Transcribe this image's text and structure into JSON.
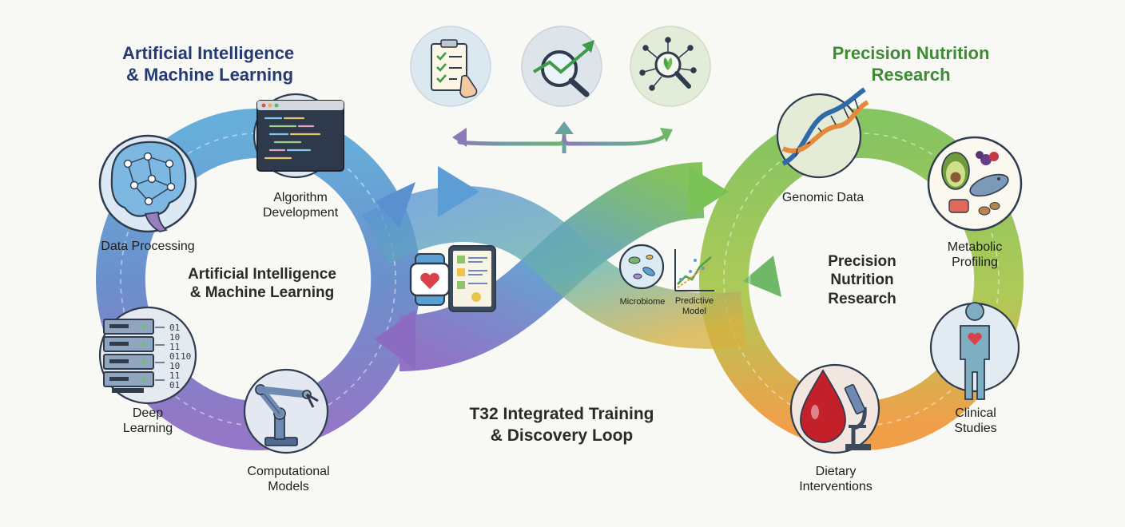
{
  "left_heading": [
    "Artificial Intelligence",
    "& Machine Learning"
  ],
  "right_heading": [
    "Precision Nutrition",
    "Research"
  ],
  "left_center": [
    "Artificial Intelligence",
    "& Machine Learning"
  ],
  "right_center": [
    "Precision",
    "Nutrition",
    "Research"
  ],
  "bottom_center": [
    "T32 Integrated Training",
    "& Discovery Loop"
  ],
  "left_nodes": {
    "algorithm": [
      "Algorithm",
      "Development"
    ],
    "data_processing": [
      "Data Processing"
    ],
    "deep_learning": [
      "Deep",
      "Learning"
    ],
    "computational": [
      "Computational",
      "Models"
    ]
  },
  "right_nodes": {
    "genomic": [
      "Genomic Data"
    ],
    "metabolic": [
      "Metabolic",
      "Profiling"
    ],
    "clinical": [
      "Clinical",
      "Studies"
    ],
    "dietary": [
      "Dietary",
      "Interventions"
    ]
  },
  "center_small": {
    "microbiome": "Microbiome",
    "predictive": [
      "Predictive",
      "Model"
    ]
  },
  "binary_digits": [
    "01",
    "10",
    "11",
    "01",
    "10",
    "11",
    "01",
    "10"
  ],
  "colors": {
    "ai_blue": "#253a73",
    "nutrition_green": "#3f8a34",
    "loop_blue": "#4f8fd0",
    "loop_purple": "#8a6bc0",
    "loop_green": "#7fc050",
    "loop_orange": "#ef9a3a"
  },
  "icons": [
    "checklist-clipboard-icon",
    "trend-magnifier-icon",
    "plant-network-icon",
    "brain-network-icon",
    "code-window-icon",
    "server-rack-icon",
    "robot-arm-icon",
    "smartwatch-heart-icon",
    "tablet-report-icon",
    "microbiome-petri-icon",
    "predictive-chart-icon",
    "dna-helix-icon",
    "food-plate-icon",
    "human-heart-icon",
    "blood-drop-microscope-icon"
  ]
}
